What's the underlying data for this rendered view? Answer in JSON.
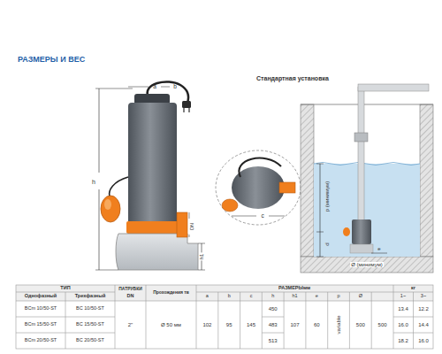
{
  "diagram": {
    "title": "РАЗМЕРЫ И ВЕС",
    "labels": [
      "Стандартная установка",
      "h",
      "h1",
      "a",
      "b",
      "DN",
      "c",
      "p (минимум)",
      "d",
      "e",
      "Ø (минимум)",
      "ТИП",
      "ПАТРУБКИ",
      "Прохождения тв",
      "РАЗМЕРЫмм",
      "кг",
      "Однофазный",
      "Трехфазный",
      "DN",
      "a",
      "b",
      "c",
      "h",
      "h1",
      "e",
      "p",
      "Ø",
      "1~",
      "3~",
      "BCm 10/50-ST",
      "BC 10/50-ST",
      "BCm 15/50-ST",
      "BC 15/50-ST",
      "BCm 20/50-ST",
      "BC 20/50-ST",
      "2\"",
      "Ø 50 мм",
      "102",
      "95",
      "145",
      "450",
      "483",
      "513",
      "107",
      "60",
      "variable",
      "500",
      "500",
      "13.4",
      "12.2",
      "16.0",
      "14.4",
      "18.2",
      "16.0"
    ]
  }
}
